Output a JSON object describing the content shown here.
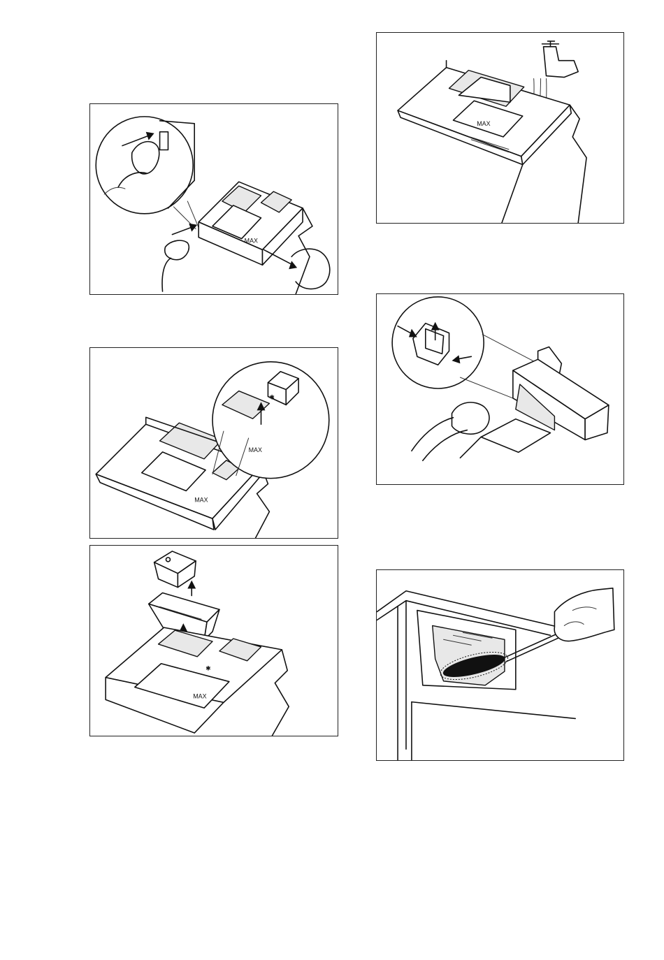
{
  "figures": [
    {
      "id": "fig-remove-drawer",
      "marks": [
        "MAX"
      ]
    },
    {
      "id": "fig-lift-liquid-flap",
      "marks": [
        "MAX"
      ]
    },
    {
      "id": "fig-remove-inserts",
      "marks": [
        "MAX"
      ]
    },
    {
      "id": "fig-rinse-tap",
      "marks": [
        "MAX"
      ]
    },
    {
      "id": "fig-clean-insert-cloth",
      "marks": []
    },
    {
      "id": "fig-brush-recess",
      "marks": []
    }
  ],
  "colors": {
    "line": "#111111",
    "page": "#ffffff",
    "frame": "#222222"
  }
}
